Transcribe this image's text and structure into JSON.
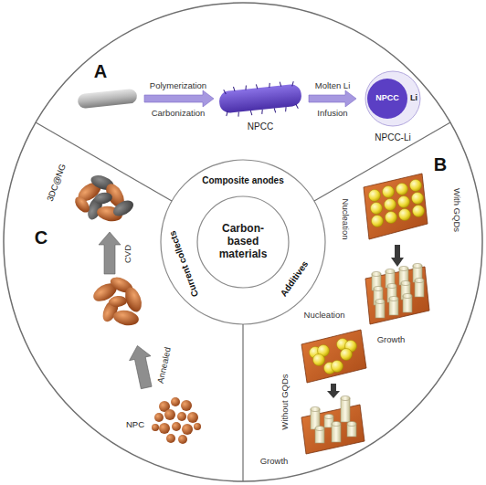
{
  "diagram": {
    "nodes": [
      {
        "text": [
          "Carbon-based materials"
        ]
      }
    ],
    "labels": [
      "A",
      "Polymerization",
      "Carbonization",
      "NPCC",
      "Molten Li",
      "Infusion",
      "NPCC",
      "Li",
      "NPCC-Li",
      "B",
      "Nucleation",
      "With GQDs",
      "Nucleation",
      "Growth",
      "Without GQDs",
      "Growth",
      "C",
      "3DC@NG",
      "CVD",
      "Annealed",
      "NPC",
      "Composite anodes",
      "Additives",
      "Current collects"
    ]
  }
}
